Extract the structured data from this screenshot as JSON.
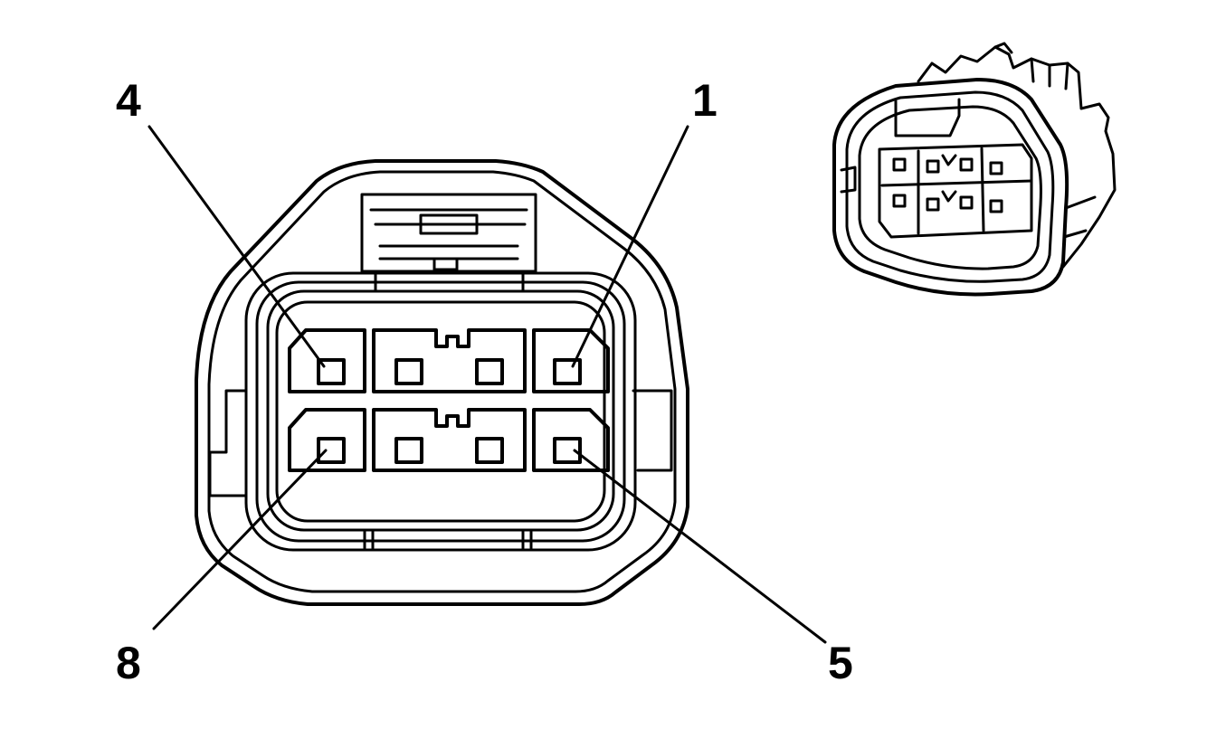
{
  "pin_labels": {
    "pin_4": "4",
    "pin_1": "1",
    "pin_8": "8",
    "pin_5": "5"
  },
  "colors": {
    "line": "#000000",
    "background": "#ffffff"
  }
}
